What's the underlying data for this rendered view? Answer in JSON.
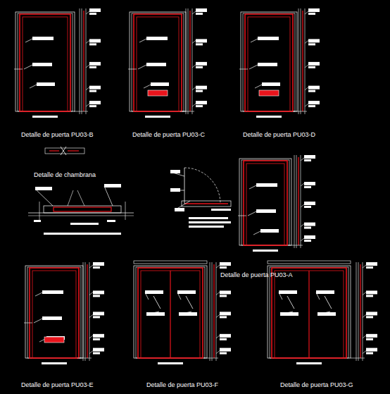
{
  "diagram": {
    "labels": [
      "Detalle de puerta PU03-B",
      "Detalle de puerta PU03-C",
      "Detalle de puerta PU03-D",
      "Detalle de chambrana",
      "Detalle de puerta PU03-A",
      "Detalle de puerta PU03-E",
      "Detalle de puerta PU03-F",
      "Detalle de puerta PU03-G"
    ]
  }
}
